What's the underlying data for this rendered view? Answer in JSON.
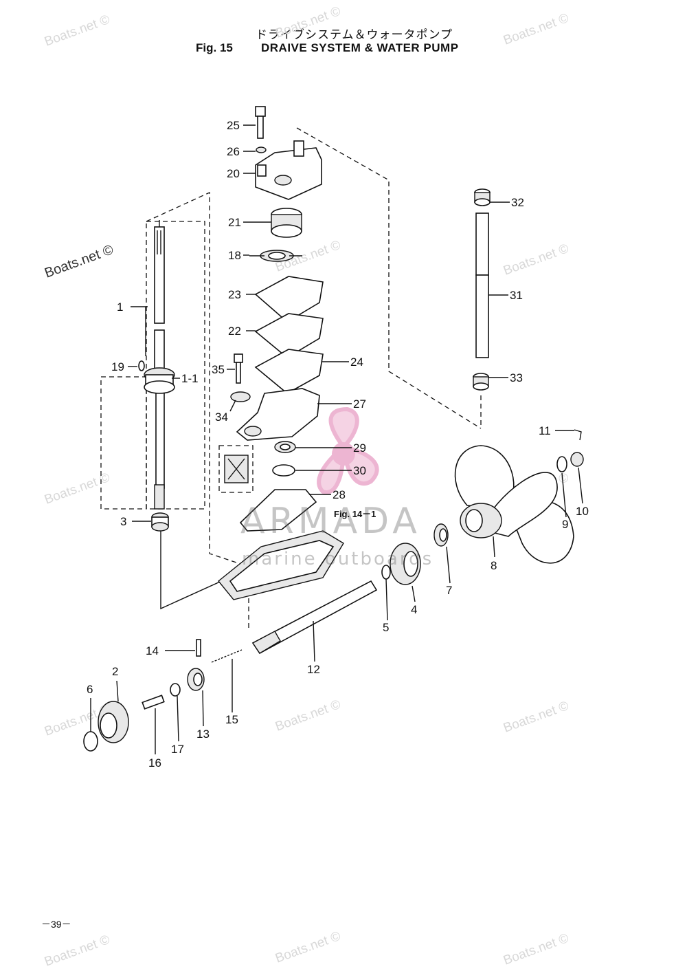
{
  "header": {
    "title_jp": "ドライブシステム＆ウォータポンプ",
    "fig_label": "Fig. 15",
    "title_en": "DRAIVE SYSTEM & WATER PUMP"
  },
  "reference": "Fig. 14－1",
  "page_number": "－39－",
  "watermarks": {
    "text": "Boats.net ©",
    "brand": "ARMADA",
    "brand_sub": "marine outboards",
    "brand_color": "#e9a3c8"
  },
  "parts": [
    {
      "id": "1"
    },
    {
      "id": "1-1"
    },
    {
      "id": "2"
    },
    {
      "id": "3"
    },
    {
      "id": "4"
    },
    {
      "id": "5"
    },
    {
      "id": "6"
    },
    {
      "id": "7"
    },
    {
      "id": "8"
    },
    {
      "id": "9"
    },
    {
      "id": "10"
    },
    {
      "id": "11"
    },
    {
      "id": "12"
    },
    {
      "id": "13"
    },
    {
      "id": "14"
    },
    {
      "id": "15"
    },
    {
      "id": "16"
    },
    {
      "id": "17"
    },
    {
      "id": "18"
    },
    {
      "id": "19"
    },
    {
      "id": "20"
    },
    {
      "id": "21"
    },
    {
      "id": "22"
    },
    {
      "id": "23"
    },
    {
      "id": "24"
    },
    {
      "id": "25"
    },
    {
      "id": "26"
    },
    {
      "id": "27"
    },
    {
      "id": "28"
    },
    {
      "id": "29"
    },
    {
      "id": "30"
    },
    {
      "id": "31"
    },
    {
      "id": "32"
    },
    {
      "id": "33"
    },
    {
      "id": "34"
    },
    {
      "id": "35"
    }
  ]
}
